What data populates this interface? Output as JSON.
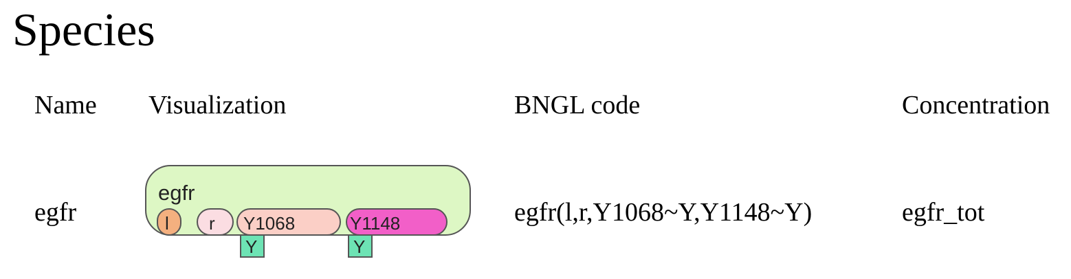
{
  "page": {
    "title": "Species"
  },
  "table": {
    "headers": {
      "name": "Name",
      "visualization": "Visualization",
      "bngl": "BNGL code",
      "concentration": "Concentration"
    },
    "rows": [
      {
        "name": "egfr",
        "bngl": "egfr(l,r,Y1068~Y,Y1148~Y)",
        "concentration": "egfr_tot",
        "visualization": {
          "molecule": "egfr",
          "molecule_color": "#ddf7c4",
          "components": [
            {
              "label": "l",
              "color": "#f4b07f"
            },
            {
              "label": "r",
              "color": "#fbdde2"
            },
            {
              "label": "Y1068",
              "color": "#fbcfc6",
              "state": "Y"
            },
            {
              "label": "Y1148",
              "color": "#f25fc8",
              "state": "Y"
            }
          ],
          "state_color": "#6de3b4"
        }
      }
    ]
  }
}
